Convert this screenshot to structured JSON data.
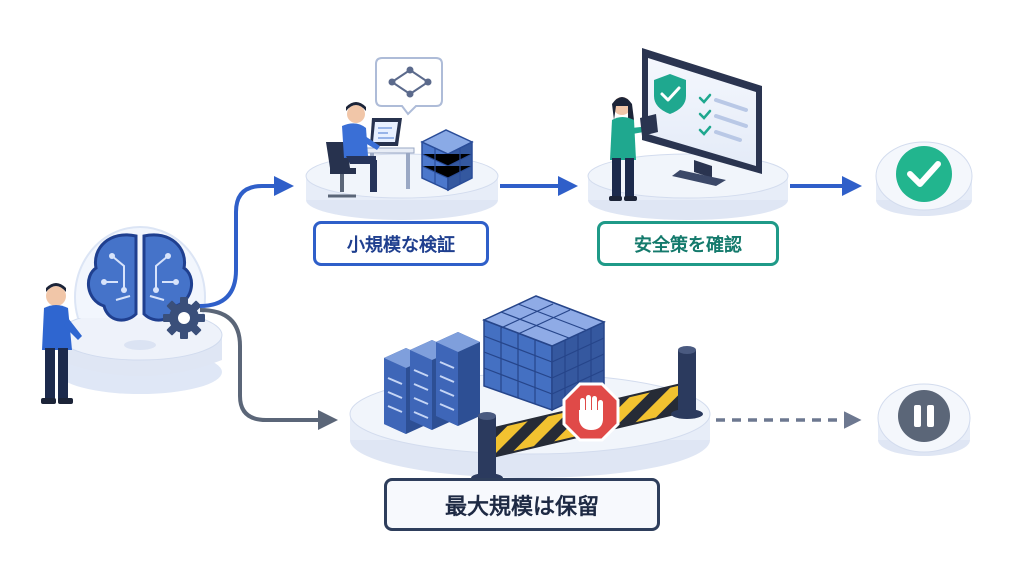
{
  "labels": {
    "small_scale": "小規模な検証",
    "safety_check": "安全策を確認",
    "max_scale_hold": "最大規模は保留"
  },
  "icons": {
    "ai": "brain-circuit-icon",
    "settings": "gear-icon",
    "flow": "flow-diagram-icon",
    "safety": "shield-check-icon",
    "approved": "checkmark-icon",
    "stop": "stop-hand-icon",
    "paused": "pause-icon"
  },
  "colors": {
    "primary_blue": "#2f5fc9",
    "teal": "#1f9a88",
    "success_green": "#22b58e",
    "stop_red": "#e04a48",
    "pause_gray": "#5b6678",
    "barrier_yellow": "#f2c230"
  }
}
